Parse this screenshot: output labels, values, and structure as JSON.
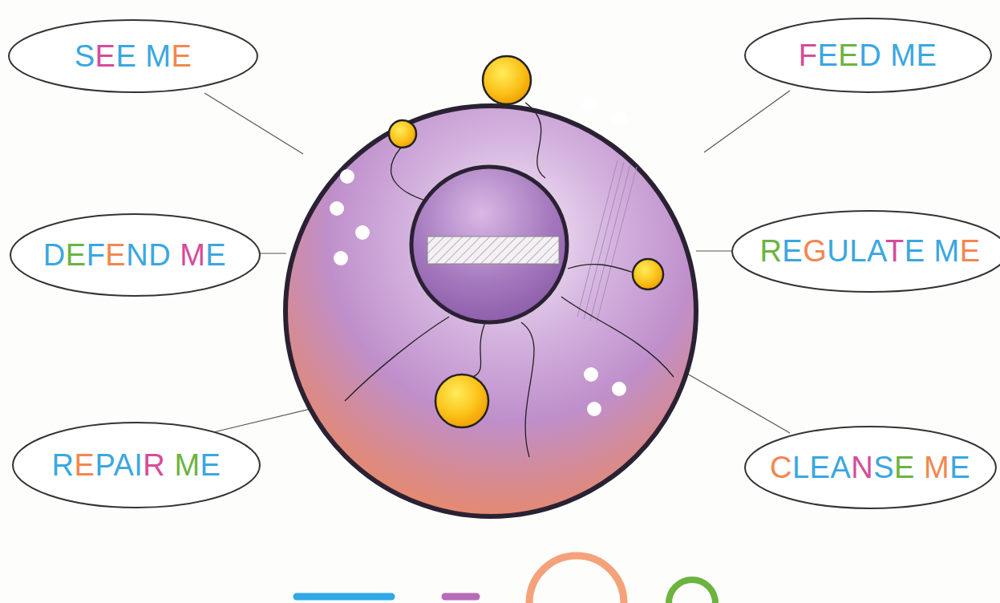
{
  "diagram": {
    "nodes": [
      {
        "text": [
          "SEE ME"
        ]
      },
      {
        "text": [
          "FEED ME"
        ]
      },
      {
        "text": [
          "DEFEND ME"
        ]
      },
      {
        "text": [
          "REGULATE ME"
        ]
      },
      {
        "text": [
          "REPAIR ME"
        ]
      },
      {
        "text": [
          "CLEANSE ME"
        ]
      }
    ]
  }
}
